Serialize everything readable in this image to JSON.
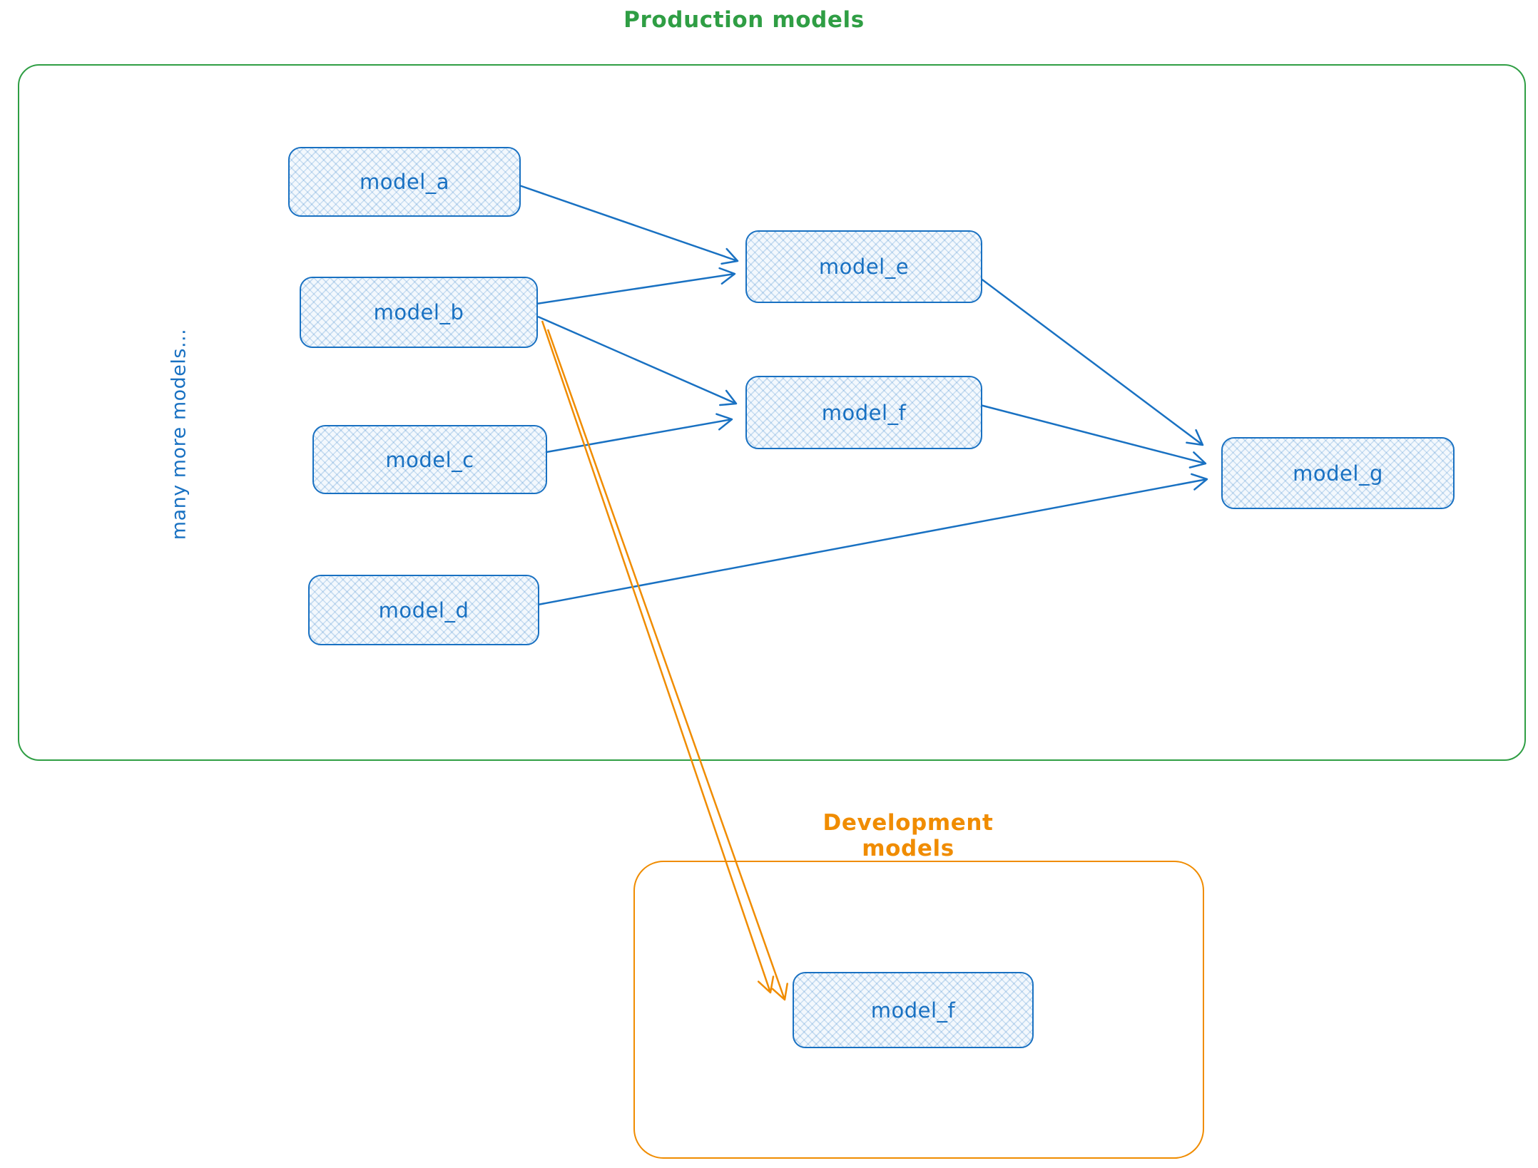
{
  "diagram": {
    "production": {
      "title": "Production models",
      "side_label": "many more models...",
      "nodes": {
        "model_a": {
          "label": "model_a"
        },
        "model_b": {
          "label": "model_b"
        },
        "model_c": {
          "label": "model_c"
        },
        "model_d": {
          "label": "model_d"
        },
        "model_e": {
          "label": "model_e"
        },
        "model_f": {
          "label": "model_f"
        },
        "model_g": {
          "label": "model_g"
        }
      }
    },
    "development": {
      "title": "Development models",
      "nodes": {
        "model_f": {
          "label": "model_f"
        }
      }
    },
    "edges": [
      {
        "from": "model_a",
        "to": "model_e",
        "color": "blue"
      },
      {
        "from": "model_b",
        "to": "model_e",
        "color": "blue"
      },
      {
        "from": "model_b",
        "to": "model_f",
        "color": "blue"
      },
      {
        "from": "model_c",
        "to": "model_f",
        "color": "blue"
      },
      {
        "from": "model_d",
        "to": "model_g",
        "color": "blue"
      },
      {
        "from": "model_e",
        "to": "model_g",
        "color": "blue"
      },
      {
        "from": "model_f",
        "to": "model_g",
        "color": "blue"
      },
      {
        "from": "model_b (production)",
        "to": "model_f (development)",
        "color": "orange"
      }
    ],
    "colors": {
      "blue": "#1971c2",
      "green": "#2f9e44",
      "orange": "#f08c00",
      "node_fill": "#f3f8fd"
    }
  }
}
